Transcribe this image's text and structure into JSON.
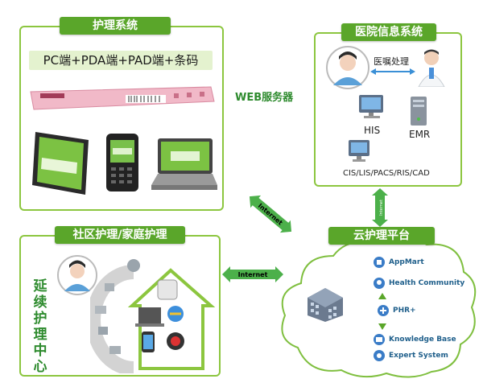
{
  "nursing_system": {
    "title": "护理系统",
    "endpoints_label": "PC端+PDA端+PAD端+条码"
  },
  "hospital_system": {
    "title": "医院信息系统",
    "doctor_link_label": "医嘱处理",
    "his_label": "HIS",
    "emr_label": "EMR",
    "other_label": "CIS/LIS/PACS/RIS/CAD"
  },
  "web_server_label": "WEB服务器",
  "community_care": {
    "title": "社区护理/家庭护理",
    "extended_center_label": "延续护理中心"
  },
  "cloud_platform": {
    "title": "云护理平台",
    "services": [
      "AppMart",
      "Health Community",
      "PHR+",
      "Knowledge Base",
      "Expert System"
    ]
  },
  "connectors": {
    "internet_a": "Internet",
    "internet_b": "Internet",
    "internet_c": "Internet"
  },
  "colors": {
    "frame_green": "#8cc63f",
    "tab_green": "#5aa62a",
    "text_green": "#2e8b2e",
    "service_blue": "#1f5f8b"
  }
}
